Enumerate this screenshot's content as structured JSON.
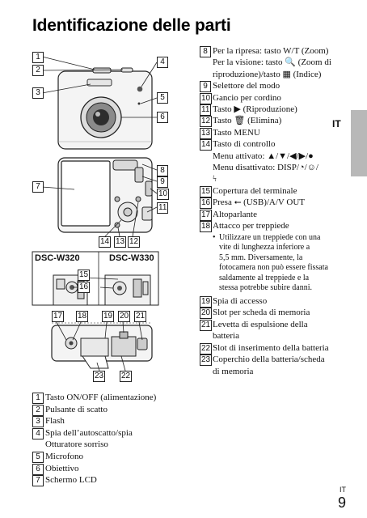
{
  "page": {
    "title": "Identificazione delle parti",
    "language_tab": "IT",
    "footer_language": "IT",
    "page_number": "9"
  },
  "diagram": {
    "models": [
      "DSC-W320",
      "DSC-W330"
    ],
    "callouts": [
      "1",
      "2",
      "3",
      "4",
      "5",
      "6",
      "7",
      "8",
      "9",
      "10",
      "11",
      "12",
      "13",
      "14",
      "15",
      "16",
      "17",
      "18",
      "19",
      "20",
      "21",
      "22",
      "23"
    ]
  },
  "left_list": [
    {
      "num": "1",
      "text": "Tasto ON/OFF (alimentazione)"
    },
    {
      "num": "2",
      "text": "Pulsante di scatto"
    },
    {
      "num": "3",
      "text": "Flash"
    },
    {
      "num": "4",
      "text": "Spia dell’autoscatto/spia",
      "text2": "Otturatore sorriso"
    },
    {
      "num": "5",
      "text": "Microfono"
    },
    {
      "num": "6",
      "text": "Obiettivo"
    },
    {
      "num": "7",
      "text": "Schermo LCD"
    }
  ],
  "right_list": [
    {
      "num": "8",
      "lines": [
        "Per la ripresa: tasto W/T (Zoom)",
        "Per la visione: tasto 🔍 (Zoom di",
        "riproduzione)/tasto ▦ (Indice)"
      ]
    },
    {
      "num": "9",
      "lines": [
        "Selettore del modo"
      ]
    },
    {
      "num": "10",
      "lines": [
        "Gancio per cordino"
      ]
    },
    {
      "num": "11",
      "lines": [
        "Tasto ▶ (Riproduzione)"
      ]
    },
    {
      "num": "12",
      "lines": [
        "Tasto 🗑 (Elimina)"
      ]
    },
    {
      "num": "13",
      "lines": [
        "Tasto MENU"
      ]
    },
    {
      "num": "14",
      "lines": [
        "Tasto di controllo",
        "Menu attivato: ▲/▼/◀/▶/●",
        "Menu disattivato: DISP/◔/☺/",
        "ϟ"
      ]
    },
    {
      "num": "15",
      "lines": [
        "Copertura del terminale"
      ]
    },
    {
      "num": "16",
      "lines": [
        "Presa ⭠ (USB)/A/V OUT"
      ]
    },
    {
      "num": "17",
      "lines": [
        "Altoparlante"
      ]
    },
    {
      "num": "18",
      "lines": [
        "Attacco per treppiede"
      ],
      "bullet": [
        "Utilizzare un treppiede con una",
        "vite di lunghezza inferiore a",
        "5,5 mm. Diversamente, la",
        "fotocamera non può essere fissata",
        "saldamente al treppiede e la",
        "stessa potrebbe subire danni."
      ]
    },
    {
      "num": "19",
      "lines": [
        "Spia di accesso"
      ]
    },
    {
      "num": "20",
      "lines": [
        "Slot per scheda di memoria"
      ]
    },
    {
      "num": "21",
      "lines": [
        "Levetta di espulsione della",
        "batteria"
      ]
    },
    {
      "num": "22",
      "lines": [
        "Slot di inserimento della batteria"
      ]
    },
    {
      "num": "23",
      "lines": [
        "Coperchio della batteria/scheda",
        "di memoria"
      ]
    }
  ]
}
